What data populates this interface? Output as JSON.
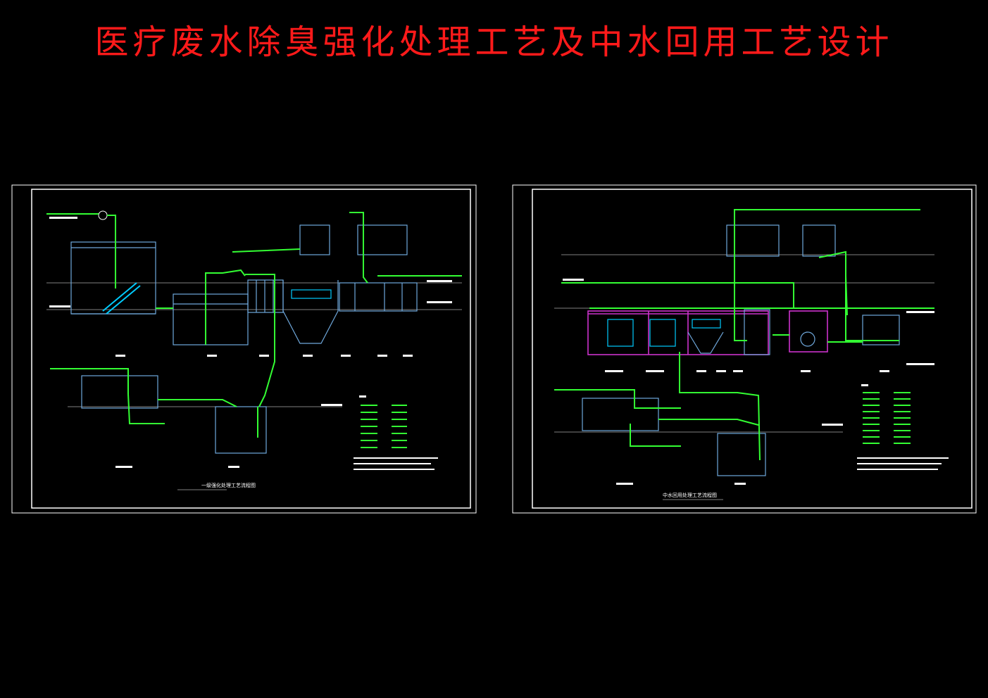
{
  "title": "医疗废水除臭强化处理工艺及中水回用工艺设计",
  "colors": {
    "background": "#000000",
    "title": "#ff1a1a",
    "frame": "#ffffff",
    "pipe": "#33ff33",
    "pipe_blue": "#3399ff",
    "structure": "#6fa8dc",
    "tank_magenta": "#cc33cc",
    "water": "#00ccff",
    "label": "#ffffff"
  },
  "drawings": [
    {
      "caption": "一级强化处理工艺流程图",
      "legend_title": "图例"
    },
    {
      "caption": "中水回用处理工艺流程图",
      "legend_title": "图例"
    }
  ]
}
